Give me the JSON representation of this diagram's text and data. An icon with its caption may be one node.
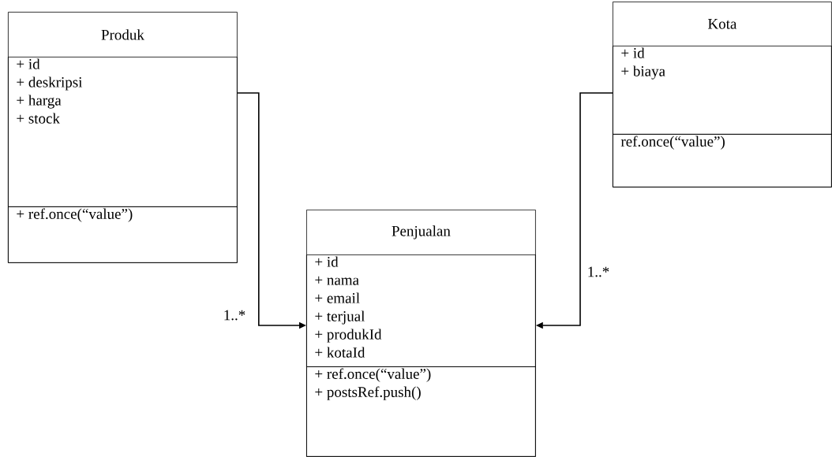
{
  "diagram": {
    "nodes": [
      {
        "text": [
          "Produk"
        ]
      },
      {
        "text": [
          "+ id",
          "+ deskripsi",
          "+ harga",
          "+ stock"
        ],
        "in": 0
      },
      {
        "text": [
          "+ ref.once(“value”)"
        ],
        "in": 0
      },
      {
        "text": [
          "Penjualan"
        ]
      },
      {
        "text": [
          "+ id",
          "+ nama",
          "+ email",
          "+ terjual",
          "+ produkId",
          "+ kotaId"
        ],
        "in": 3
      },
      {
        "text": [
          "+ ref.once(“value”)",
          "+ postsRef.push()"
        ],
        "in": 3
      },
      {
        "text": [
          "Kota"
        ]
      },
      {
        "text": [
          "+ id",
          "+ biaya"
        ],
        "in": 6
      },
      {
        "text": [
          "ref.once(“value”)"
        ],
        "in": 6
      }
    ],
    "edges": [
      {
        "from": 1,
        "to": 3,
        "arrow": "to",
        "label": "1..*"
      },
      {
        "from": 7,
        "to": 3,
        "arrow": "to",
        "label": "1..*"
      }
    ]
  }
}
